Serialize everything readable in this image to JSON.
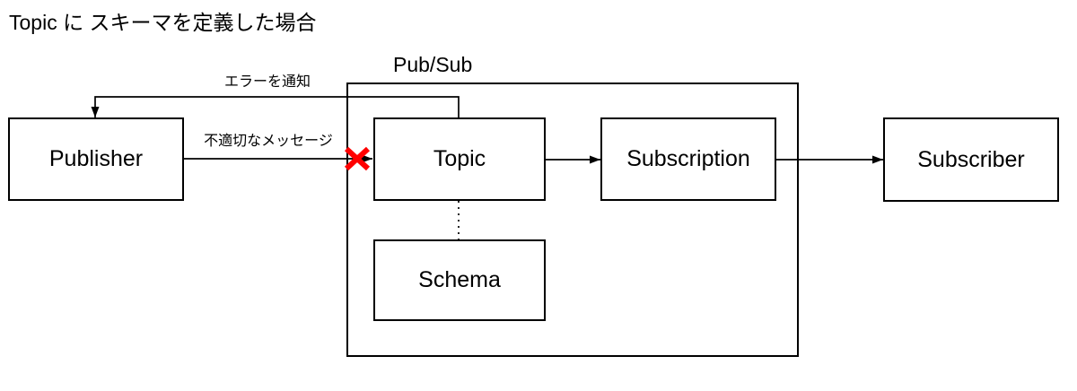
{
  "diagram": {
    "title": "Topic に スキーマを定義した場合",
    "group": {
      "label": "Pub/Sub"
    },
    "nodes": [
      {
        "id": "publisher",
        "label": "Publisher"
      },
      {
        "id": "topic",
        "label": "Topic"
      },
      {
        "id": "subscription",
        "label": "Subscription"
      },
      {
        "id": "schema",
        "label": "Schema"
      },
      {
        "id": "subscriber",
        "label": "Subscriber"
      }
    ],
    "edges": [
      {
        "id": "error-notify",
        "label": "エラーを通知",
        "from": "topic",
        "to": "publisher",
        "style": "solid-arrow"
      },
      {
        "id": "invalid-message",
        "label": "不適切なメッセージ",
        "from": "publisher",
        "to": "topic",
        "style": "solid-arrow",
        "blocked": true
      },
      {
        "id": "topic-to-subscription",
        "label": "",
        "from": "topic",
        "to": "subscription",
        "style": "solid-arrow"
      },
      {
        "id": "subscription-to-subscriber",
        "label": "",
        "from": "subscription",
        "to": "subscriber",
        "style": "solid-arrow"
      },
      {
        "id": "topic-to-schema",
        "label": "",
        "from": "topic",
        "to": "schema",
        "style": "dotted"
      }
    ],
    "colors": {
      "line": "#000000",
      "box_border": "#000000",
      "box_fill": "#ffffff",
      "reject_x": "#ff0000",
      "background": "#ffffff"
    }
  }
}
